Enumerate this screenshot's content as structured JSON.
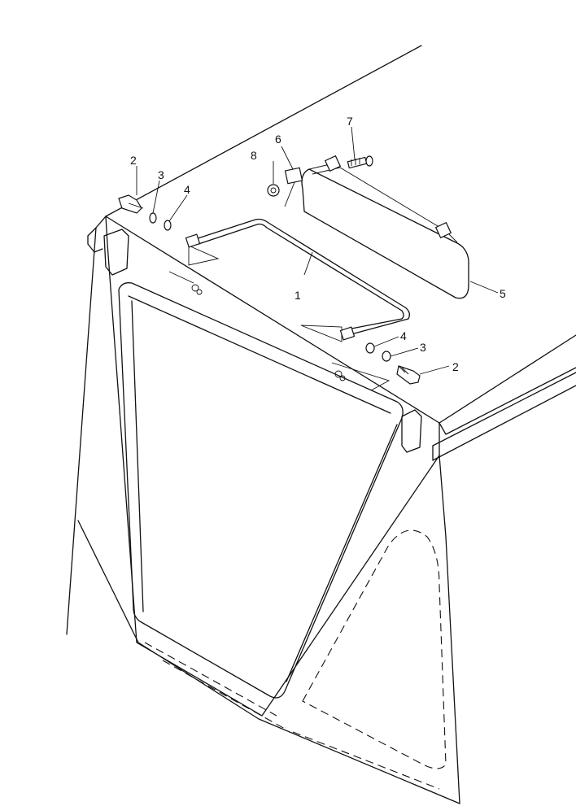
{
  "diagram": {
    "callouts": [
      {
        "id": "c1",
        "label": "1"
      },
      {
        "id": "c2a",
        "label": "2"
      },
      {
        "id": "c2b",
        "label": "2"
      },
      {
        "id": "c3a",
        "label": "3"
      },
      {
        "id": "c3b",
        "label": "3"
      },
      {
        "id": "c4a",
        "label": "4"
      },
      {
        "id": "c4b",
        "label": "4"
      },
      {
        "id": "c5",
        "label": "5"
      },
      {
        "id": "c6",
        "label": "6"
      },
      {
        "id": "c7",
        "label": "7"
      },
      {
        "id": "c8",
        "label": "8"
      }
    ]
  }
}
